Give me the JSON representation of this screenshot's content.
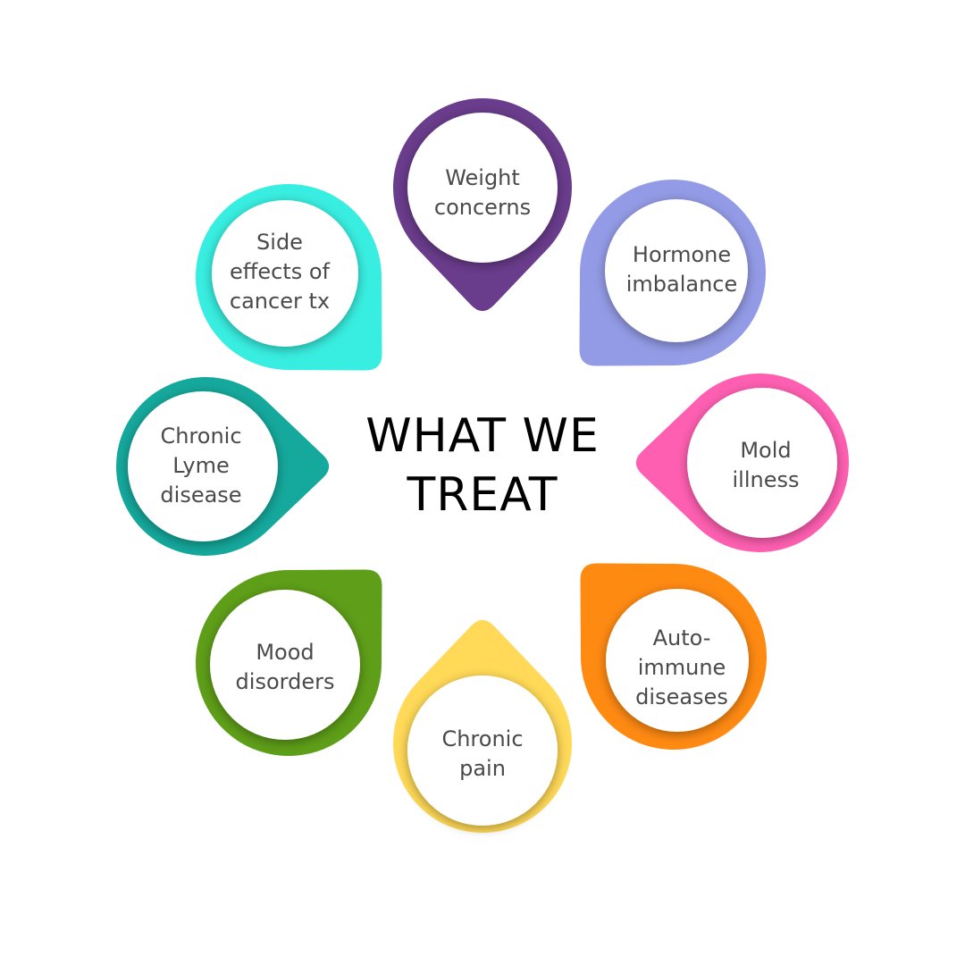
{
  "title": {
    "line1": "WHAT WE",
    "line2": "TREAT"
  },
  "items": [
    {
      "id": "weight",
      "lines": [
        "Weight",
        "concerns"
      ],
      "color": "#6a3c8c"
    },
    {
      "id": "hormone",
      "lines": [
        "Hormone",
        "imbalance"
      ],
      "color": "#939be6"
    },
    {
      "id": "mold",
      "lines": [
        "Mold",
        "illness"
      ],
      "color": "#ff5fb1"
    },
    {
      "id": "autoimmune",
      "lines": [
        "Auto-",
        "immune",
        "diseases"
      ],
      "color": "#ff8a12"
    },
    {
      "id": "pain",
      "lines": [
        "Chronic",
        "pain"
      ],
      "color": "#ffd957"
    },
    {
      "id": "mood",
      "lines": [
        "Mood",
        "disorders"
      ],
      "color": "#5e9e18"
    },
    {
      "id": "lyme",
      "lines": [
        "Chronic",
        "Lyme",
        "disease"
      ],
      "color": "#15a89c"
    },
    {
      "id": "cancer",
      "lines": [
        "Side",
        "effects of",
        "cancer tx"
      ],
      "color": "#38eee0"
    }
  ]
}
